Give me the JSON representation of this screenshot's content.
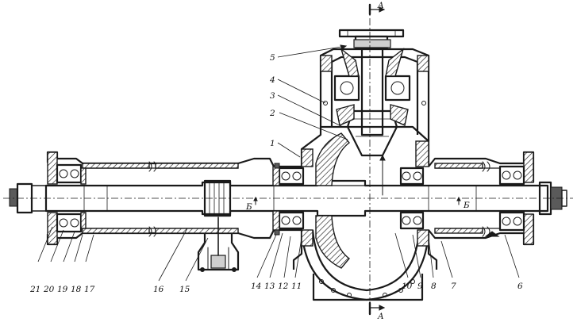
{
  "callouts": {
    "c1": "1",
    "c2": "2",
    "c3": "3",
    "c4": "4",
    "c5": "5",
    "c6": "6",
    "c7": "7",
    "c8": "8",
    "c9": "9",
    "c10": "10",
    "c11": "11",
    "c12": "12",
    "c13": "13",
    "c14": "14",
    "c15": "15",
    "c16": "16",
    "c17": "17",
    "c18": "18",
    "c19": "19",
    "c20": "20",
    "c21": "21"
  },
  "sections": {
    "a_top": "A",
    "a_bottom": "A",
    "b_left": "Б",
    "b_right": "Б"
  }
}
